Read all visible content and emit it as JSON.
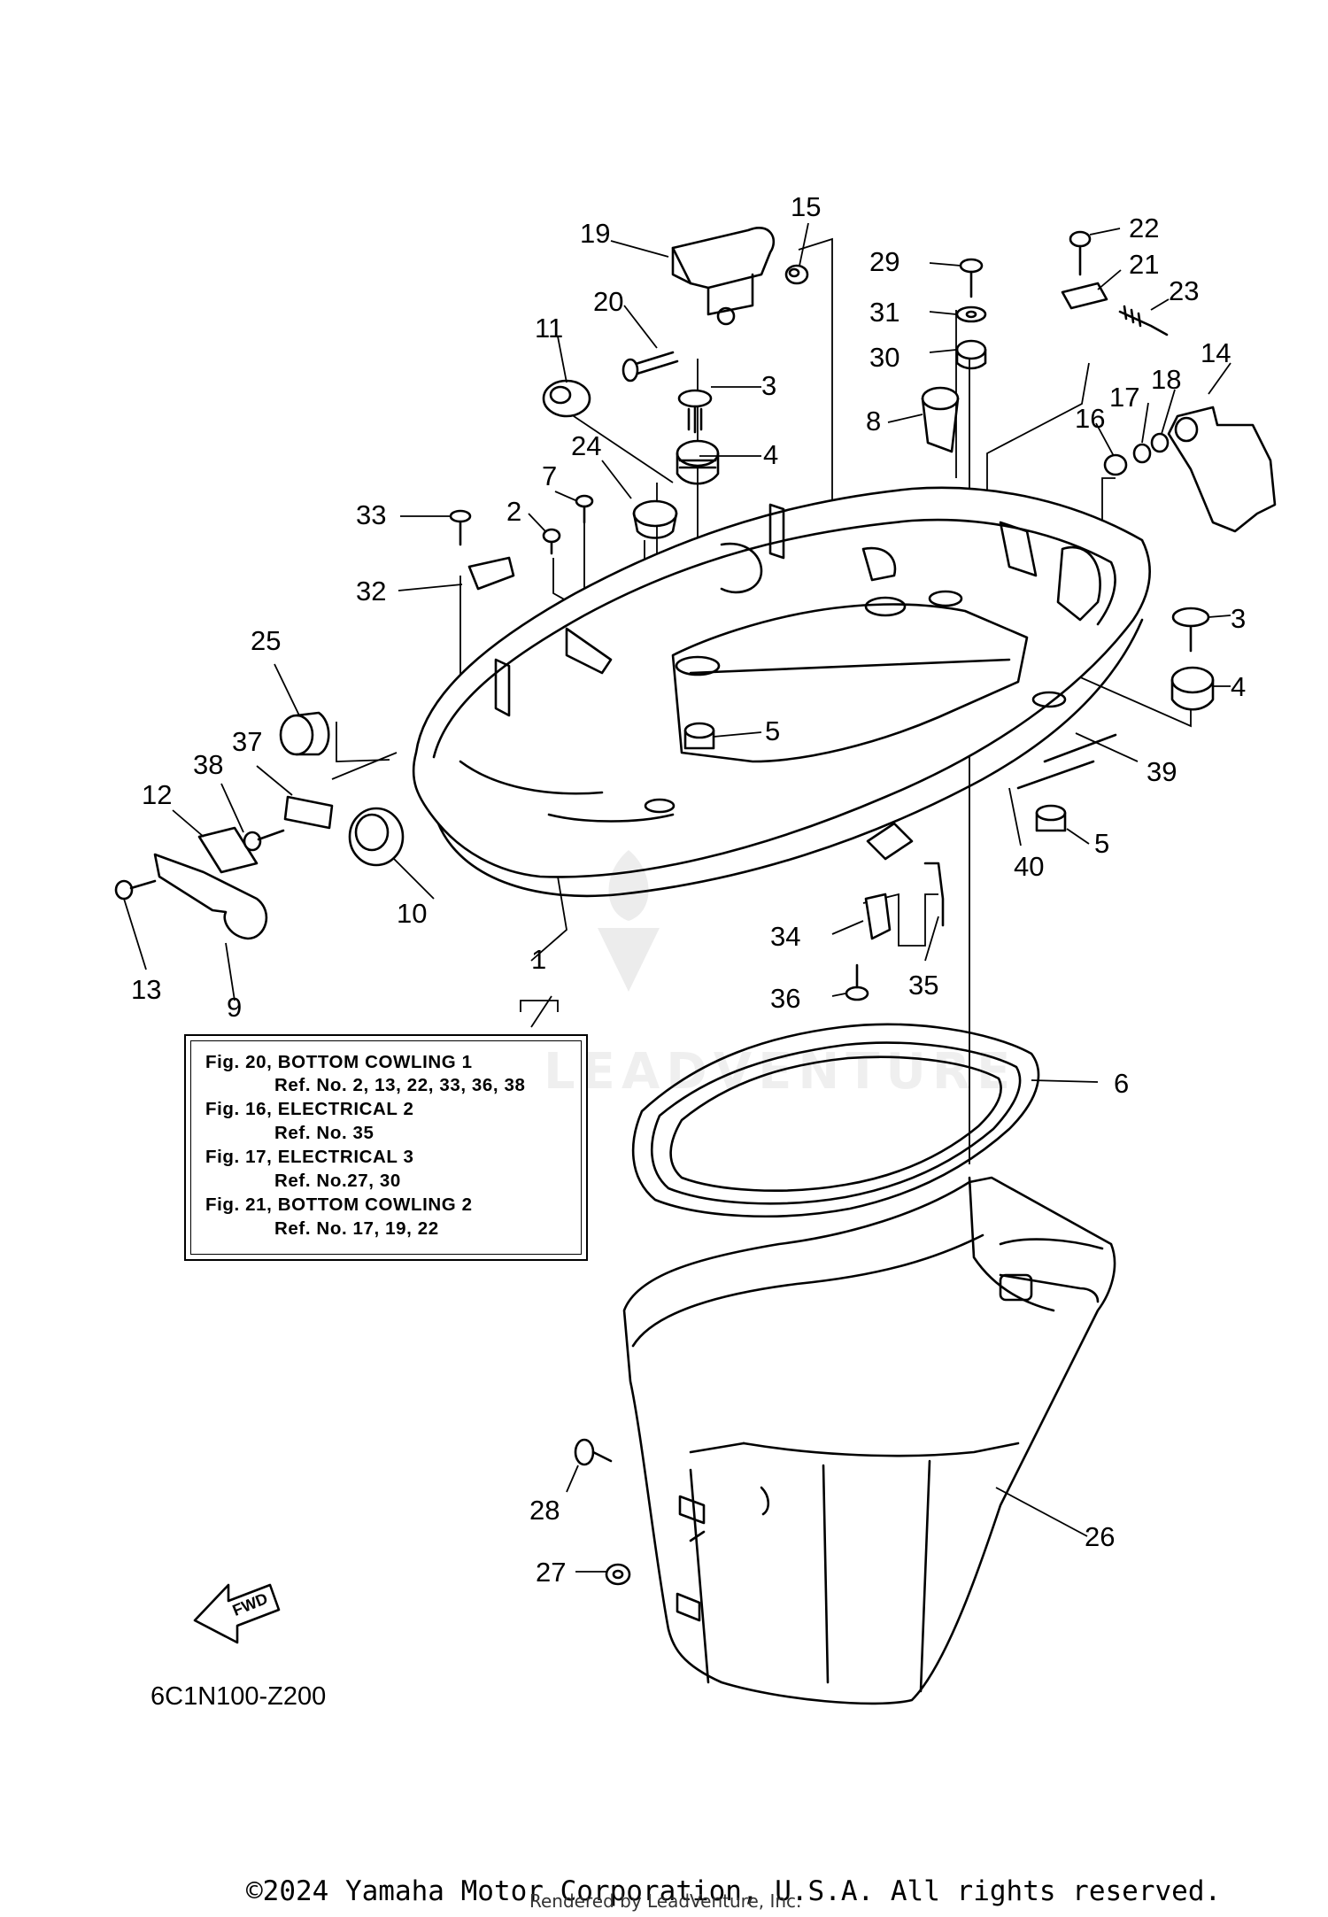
{
  "callouts": {
    "c1": "1",
    "c2": "2",
    "c3a": "3",
    "c3b": "3",
    "c4a": "4",
    "c4b": "4",
    "c5a": "5",
    "c5b": "5",
    "c6": "6",
    "c7": "7",
    "c8": "8",
    "c9": "9",
    "c10": "10",
    "c11": "11",
    "c12": "12",
    "c13": "13",
    "c14": "14",
    "c15": "15",
    "c16": "16",
    "c17": "17",
    "c18": "18",
    "c19": "19",
    "c20": "20",
    "c21": "21",
    "c22": "22",
    "c23": "23",
    "c24": "24",
    "c25": "25",
    "c26": "26",
    "c27": "27",
    "c28": "28",
    "c29": "29",
    "c30": "30",
    "c31": "31",
    "c32": "32",
    "c33": "33",
    "c34": "34",
    "c35": "35",
    "c36": "36",
    "c37": "37",
    "c38": "38",
    "c39": "39",
    "c40": "40"
  },
  "reference_box": {
    "lines": [
      "Fig. 20, BOTTOM COWLING 1",
      "Ref. No. 2, 13, 22, 33, 36, 38",
      "Fig. 16, ELECTRICAL 2",
      "Ref. No. 35",
      "Fig. 17, ELECTRICAL 3",
      "Ref. No.27, 30",
      "Fig. 21, BOTTOM COWLING 2",
      "Ref. No. 17, 19, 22"
    ]
  },
  "fwd_label": "FWD",
  "diagram_code": "6C1N100-Z200",
  "copyright": "©2024 Yamaha Motor Corporation, U.S.A. All rights reserved.",
  "rendered_by": "Rendered by LeadVenture, Inc.",
  "watermark": "LEADVENTURE"
}
